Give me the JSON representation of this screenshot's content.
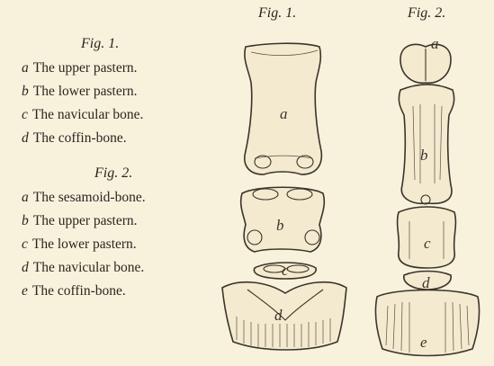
{
  "legend": {
    "fig1": {
      "heading": "Fig. 1.",
      "items": [
        {
          "letter": "a",
          "text": "The upper pastern."
        },
        {
          "letter": "b",
          "text": "The lower pastern."
        },
        {
          "letter": "c",
          "text": "The navicular bone."
        },
        {
          "letter": "d",
          "text": "The coffin-bone."
        }
      ]
    },
    "fig2": {
      "heading": "Fig. 2.",
      "items": [
        {
          "letter": "a",
          "text": "The sesamoid-bone."
        },
        {
          "letter": "b",
          "text": "The upper pastern."
        },
        {
          "letter": "c",
          "text": "The lower pastern."
        },
        {
          "letter": "d",
          "text": "The navicular bone."
        },
        {
          "letter": "e",
          "text": "The coffin-bone."
        }
      ]
    }
  },
  "plate": {
    "fig1_title": "Fig. 1.",
    "fig2_title": "Fig. 2.",
    "fig1_labels": {
      "a": "a",
      "b": "b",
      "c": "c",
      "d": "d"
    },
    "fig2_labels": {
      "a": "a",
      "b": "b",
      "c": "c",
      "d": "d",
      "e": "e"
    }
  }
}
